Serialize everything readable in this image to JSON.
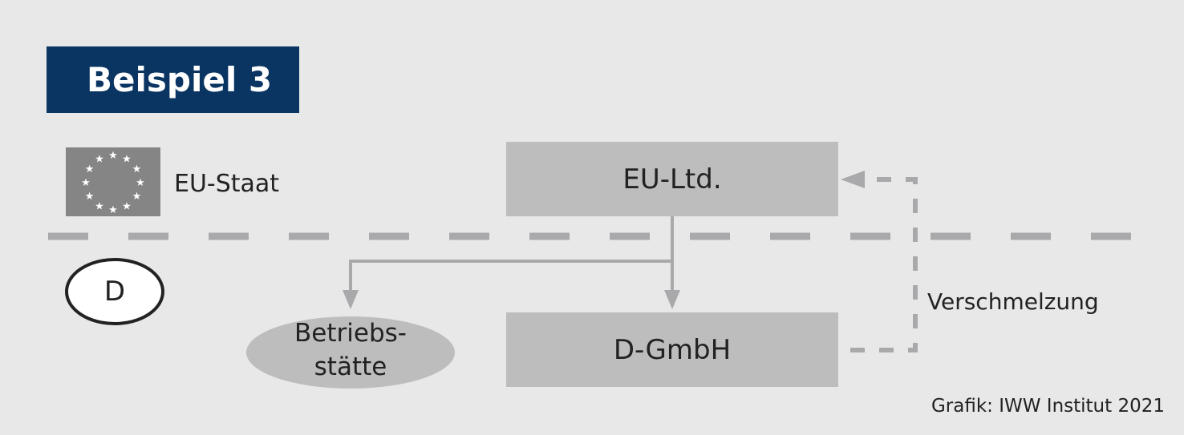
{
  "title": "Beispiel 3",
  "legend": {
    "eu_label": "EU-Staat",
    "d_label": "D",
    "flag_icon": "eu-flag-icon"
  },
  "nodes": {
    "eu_ltd": "EU-Ltd.",
    "d_gmbh": "D-GmbH",
    "betriebsstaette_line1": "Betriebs-",
    "betriebsstaette_line2": "stätte"
  },
  "edge_label": "Verschmelzung",
  "credit": "Grafik: IWW Institut 2021",
  "colors": {
    "navy": "#0a3562",
    "box": "#bdbdbe",
    "line": "#a9a9ab",
    "background": "#e8e8e8"
  }
}
